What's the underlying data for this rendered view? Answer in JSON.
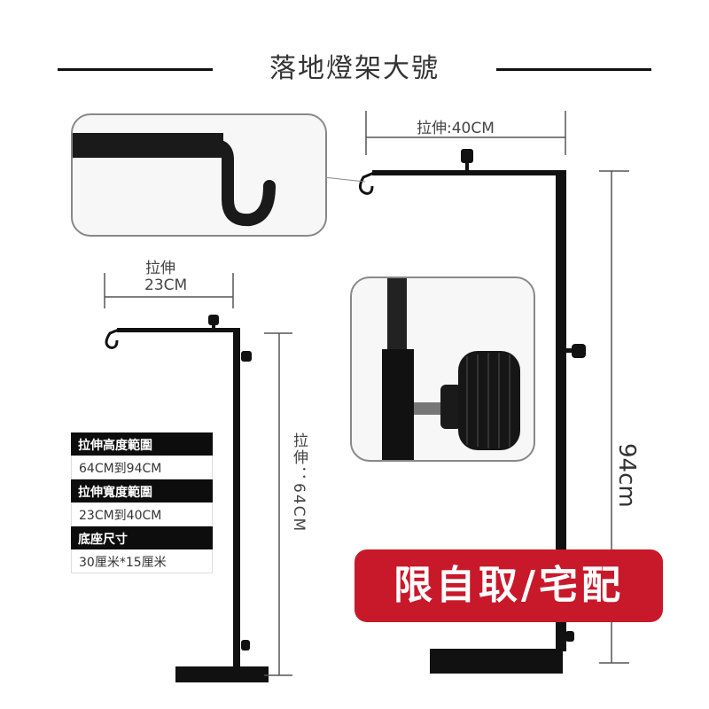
{
  "title": "落地燈架大號",
  "large_stand": {
    "extend_width_label": "拉伸:40CM",
    "height_label": "94cm"
  },
  "small_stand": {
    "extend_width_label_line1": "拉伸",
    "extend_width_label_line2": "23CM",
    "height_label": "拉伸：64CM"
  },
  "specs": [
    {
      "heading": "拉伸高度範圍",
      "value": "64CM到94CM"
    },
    {
      "heading": "拉伸寬度範圍",
      "value": "23CM到40CM"
    },
    {
      "heading": "底座尺寸",
      "value": "30厘米*15厘米"
    }
  ],
  "badge": "限自取/宅配",
  "colors": {
    "stand": "#111111",
    "badge": "#c8192a",
    "dim_line": "#555555"
  },
  "icons": [
    "hook-icon",
    "knob-icon"
  ]
}
